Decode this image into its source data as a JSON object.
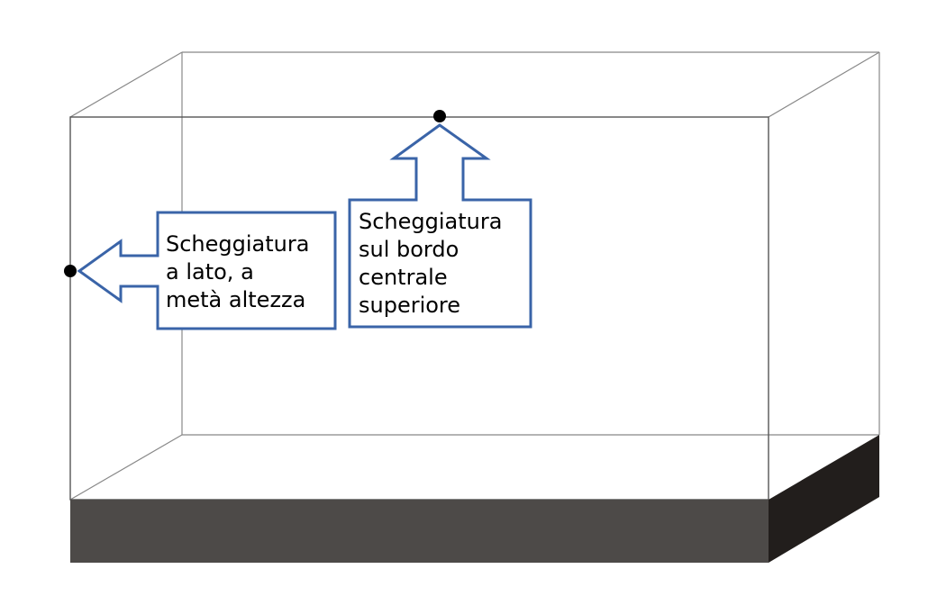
{
  "callouts": {
    "side": {
      "lines": [
        "Scheggiatura",
        "a lato, a",
        "metà altezza"
      ]
    },
    "top": {
      "lines": [
        "Scheggiatura",
        "sul bordo",
        "centrale",
        "superiore"
      ]
    }
  },
  "colors": {
    "callout_stroke": "#3a64a8",
    "base_front": "#4d4a48",
    "base_side": "#221e1c",
    "edge": "#555555"
  }
}
